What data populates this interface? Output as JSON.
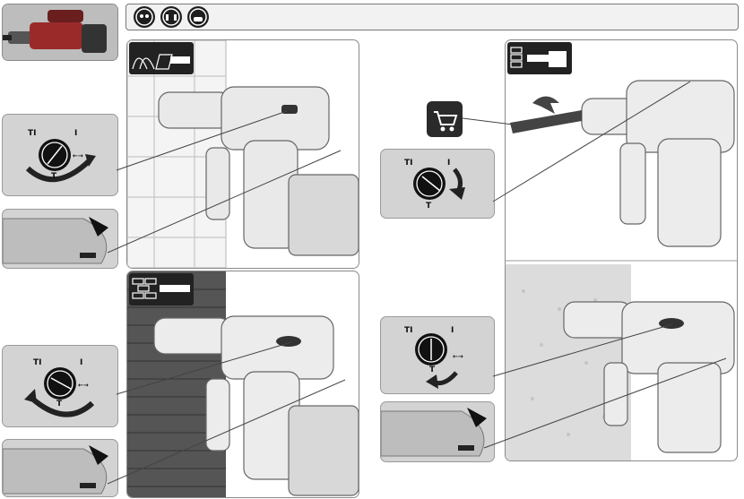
{
  "ppe_icons": [
    {
      "name": "eye-protection-icon"
    },
    {
      "name": "ear-protection-icon"
    },
    {
      "name": "dust-mask-icon"
    }
  ],
  "dial_labels": {
    "mode_chisel_hammer": "TI",
    "mode_drill": "I",
    "mode_hammer": "T",
    "rotate_symbol": "←→"
  },
  "icons": {
    "product_thumbnail": "rotary-hammer-icon",
    "cart_icon": "shopping-cart-icon",
    "tile_wall_icon": "tile-wall-icon",
    "brick_wall_icon": "brick-wall-icon",
    "chisel_wall_icon": "chisel-wall-icon"
  }
}
